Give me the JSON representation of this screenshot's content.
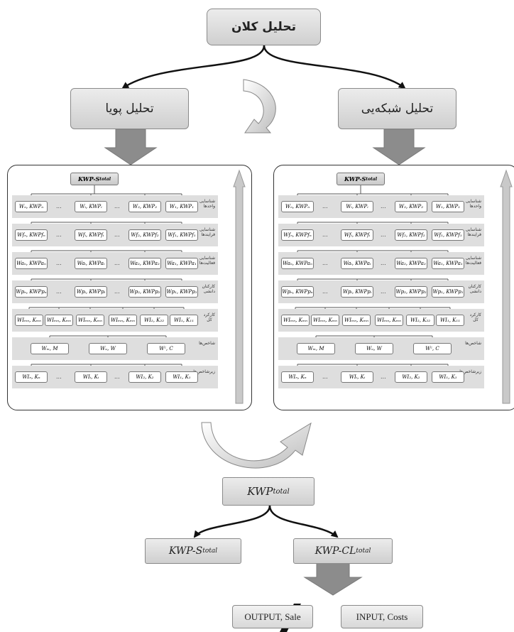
{
  "title_box": "تحلیل کلان",
  "left_head": "تحلیل پویا",
  "right_head": "تحلیل شبکه‌یی",
  "panel": {
    "top": "KWP-S",
    "top_sub": "total",
    "ellipsis": "...",
    "rows": [
      {
        "label": "شناسایی واحدها",
        "cells": [
          "Wₙ, KWPₙ",
          "Wᵢ, KWPᵢ",
          "W₂, KWP₂",
          "W₁, KWP₁"
        ]
      },
      {
        "label": "شناسایی فرایندها",
        "cells": [
          "Wfₙ, KWPfₙ",
          "Wfᵢ, KWPfᵢ",
          "Wf₂, KWPf₂",
          "Wf₁, KWPf₁"
        ]
      },
      {
        "label": "شناسایی فعالیت‌ها",
        "cells": [
          "Waₙ, KWPaₙ",
          "Waᵢ, KWPaᵢ",
          "Wa₂, KWPa₂",
          "Wa₁, KWPa₁"
        ]
      },
      {
        "label": "کارکنان دانشی",
        "cells": [
          "Wpₙ, KWPpₙ",
          "Wpᵢ, KWPpᵢ",
          "Wp₂, KWPp₂",
          "Wp₁, KWPp₁"
        ]
      },
      {
        "label": "کارکرد کل",
        "cells": [
          "WIₘₙ, Kₘₙ",
          "WIₘₙ, Kₘₙ",
          "WIₘₙ, Kₘₙ",
          "WIₘₙ, Kₘₙ",
          "WI₂, K₂₂",
          "WI₁, K₁₁"
        ]
      },
      {
        "label": "شاخص‌ها",
        "cells": [
          "Wₘ, M",
          "Wᵤ, W",
          "Wᶜ, C"
        ]
      },
      {
        "label": "زیرشاخص‌ها",
        "cells": [
          "WIₙ, Kₙ",
          "WIᵢ, Kᵢ",
          "WI₂, K₂",
          "WI₁, K₁"
        ]
      }
    ]
  },
  "kwp_total": {
    "main": "KWP",
    "sub": "total"
  },
  "kwp_s": {
    "main": "KWP-S",
    "sub": "total"
  },
  "kwp_cl": {
    "main": "KWP-CL",
    "sub": "total"
  },
  "outputs": {
    "left": "OUTPUT, Sale",
    "right": "INPUT, Costs",
    "separator": "/"
  }
}
